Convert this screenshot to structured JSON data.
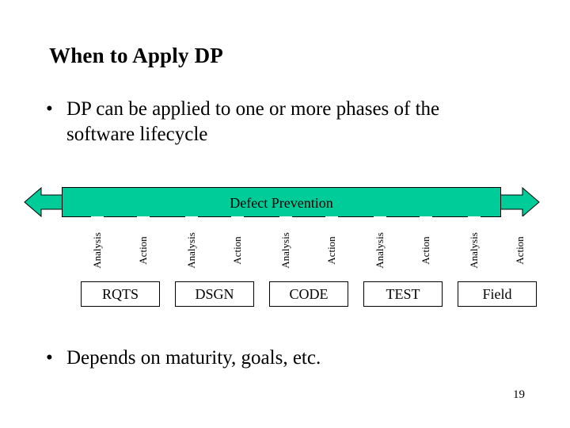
{
  "slide": {
    "title": "When to Apply DP",
    "page_number": "19",
    "bullets": [
      {
        "marker": "•",
        "text": "DP can be applied to one or more phases of the software lifecycle"
      },
      {
        "marker": "•",
        "text": "Depends on maturity, goals, etc."
      }
    ]
  },
  "diagram": {
    "banner_label": "Defect Prevention",
    "banner_color": "#00CC99",
    "arrow_left_icon": "left-arrow-icon",
    "arrow_right_icon": "right-arrow-icon",
    "phases": [
      {
        "name": "RQTS",
        "arrows": [
          {
            "label": "Analysis"
          },
          {
            "label": "Action"
          }
        ]
      },
      {
        "name": "DSGN",
        "arrows": [
          {
            "label": "Analysis"
          },
          {
            "label": "Action"
          }
        ]
      },
      {
        "name": "CODE",
        "arrows": [
          {
            "label": "Analysis"
          },
          {
            "label": "Action"
          }
        ]
      },
      {
        "name": "TEST",
        "arrows": [
          {
            "label": "Analysis"
          },
          {
            "label": "Action"
          }
        ]
      },
      {
        "name": "Field",
        "arrows": [
          {
            "label": "Analysis"
          },
          {
            "label": "Action"
          }
        ]
      }
    ]
  }
}
